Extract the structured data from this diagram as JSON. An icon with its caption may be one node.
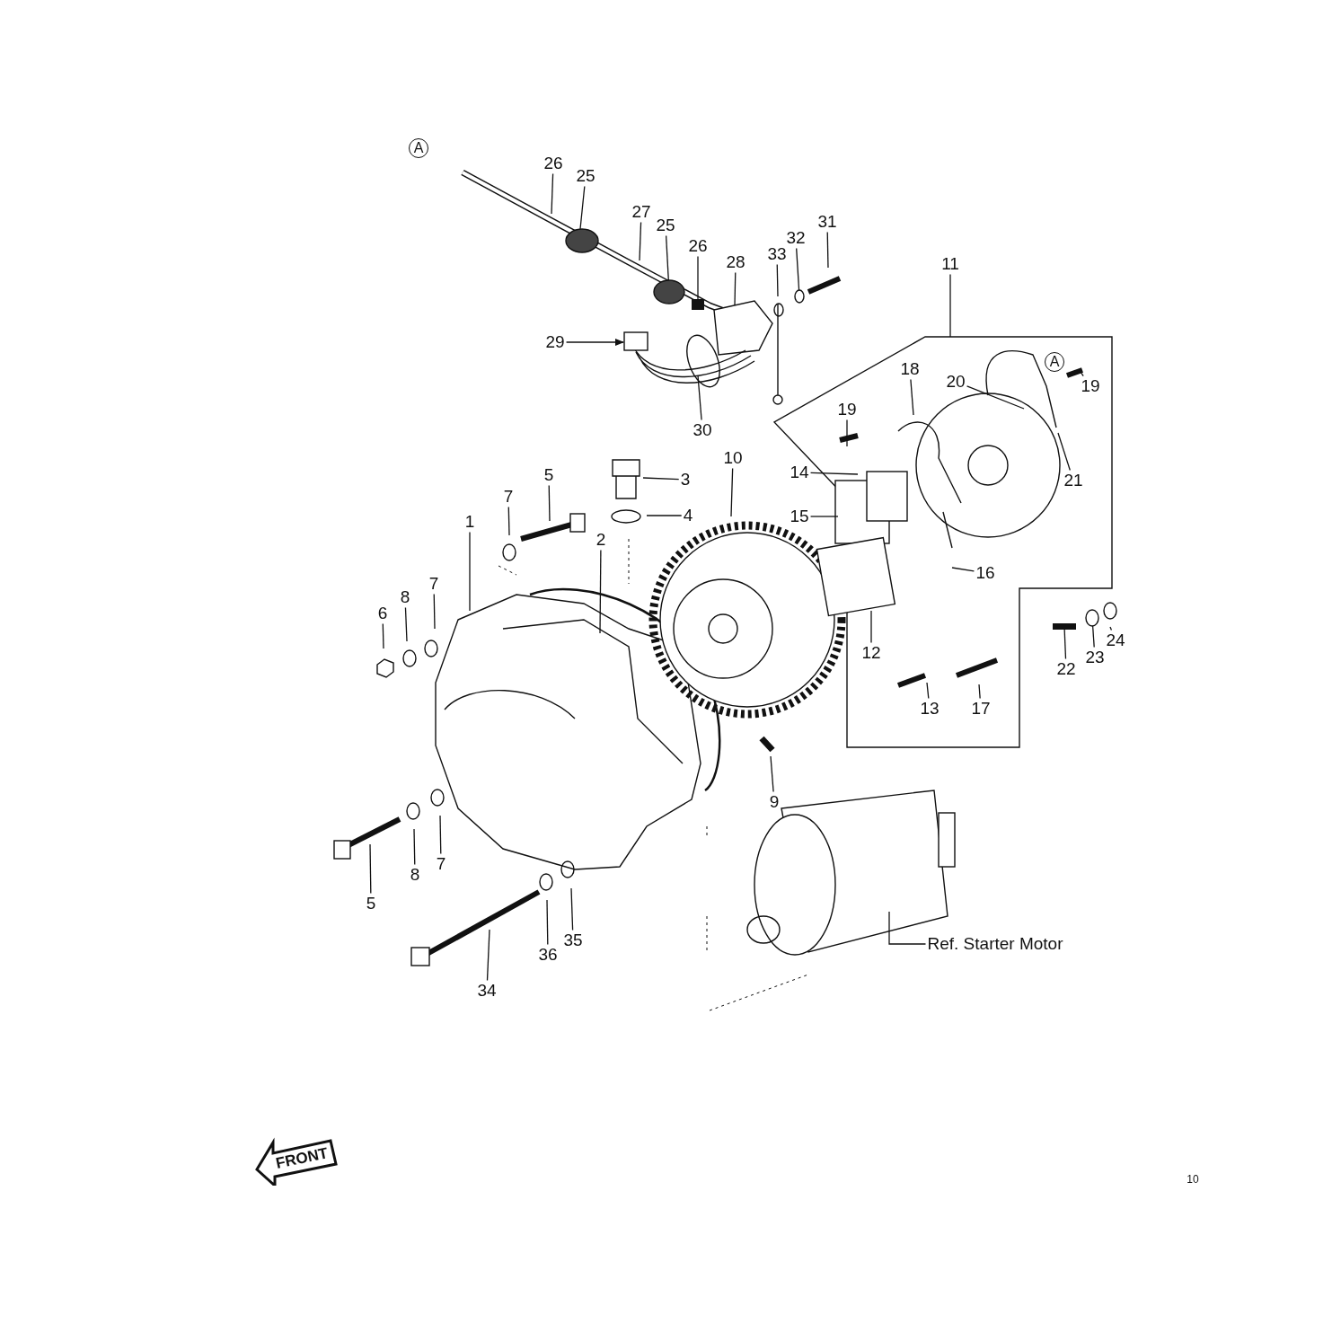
{
  "diagram": {
    "nodes": [
      {
        "text": [
          "A"
        ]
      },
      {
        "text": [
          "26"
        ]
      },
      {
        "text": [
          "25"
        ]
      },
      {
        "text": [
          "27"
        ]
      },
      {
        "text": [
          "25"
        ]
      },
      {
        "text": [
          "26"
        ]
      },
      {
        "text": [
          "31"
        ]
      },
      {
        "text": [
          "32"
        ]
      },
      {
        "text": [
          "33"
        ]
      },
      {
        "text": [
          "28"
        ]
      },
      {
        "text": [
          "11"
        ]
      },
      {
        "text": [
          "29"
        ]
      },
      {
        "text": [
          "A"
        ]
      },
      {
        "text": [
          "18"
        ]
      },
      {
        "text": [
          "20"
        ]
      },
      {
        "text": [
          "19"
        ]
      },
      {
        "text": [
          "19"
        ]
      },
      {
        "text": [
          "30"
        ]
      },
      {
        "text": [
          "10"
        ]
      },
      {
        "text": [
          "5"
        ]
      },
      {
        "text": [
          "14"
        ]
      },
      {
        "text": [
          "3"
        ]
      },
      {
        "text": [
          "21"
        ]
      },
      {
        "text": [
          "7"
        ]
      },
      {
        "text": [
          "4"
        ]
      },
      {
        "text": [
          "15"
        ]
      },
      {
        "text": [
          "1"
        ]
      },
      {
        "text": [
          "2"
        ]
      },
      {
        "text": [
          "16"
        ]
      },
      {
        "text": [
          "7"
        ]
      },
      {
        "text": [
          "8"
        ]
      },
      {
        "text": [
          "6"
        ]
      },
      {
        "text": [
          "24"
        ]
      },
      {
        "text": [
          "12"
        ]
      },
      {
        "text": [
          "23"
        ]
      },
      {
        "text": [
          "22"
        ]
      },
      {
        "text": [
          "13"
        ]
      },
      {
        "text": [
          "17"
        ]
      },
      {
        "text": [
          "9"
        ]
      },
      {
        "text": [
          "7"
        ]
      },
      {
        "text": [
          "8"
        ]
      },
      {
        "text": [
          "5"
        ]
      },
      {
        "text": [
          "35"
        ]
      },
      {
        "text": [
          "Ref. Starter Motor"
        ]
      },
      {
        "text": [
          "36"
        ]
      },
      {
        "text": [
          "34"
        ]
      },
      {
        "text": [
          "FRONT"
        ]
      },
      {
        "text": [],
        "shape": "circle"
      },
      {
        "text": [],
        "shape": "circle"
      },
      {
        "text": [],
        "shape": "circle"
      },
      {
        "text": [],
        "shape": "bar"
      },
      {
        "text": [],
        "shape": "bar"
      }
    ],
    "edges": [
      {
        "from": 1,
        "to": null,
        "arrow": "none"
      },
      {
        "from": 2,
        "to": null,
        "arrow": "none"
      },
      {
        "from": 3,
        "to": null,
        "arrow": "none"
      },
      {
        "from": 4,
        "to": 47,
        "arrow": "none"
      },
      {
        "from": 5,
        "to": 51,
        "arrow": "none"
      },
      {
        "from": 6,
        "to": null,
        "arrow": "none"
      },
      {
        "from": 7,
        "to": 48,
        "arrow": "none"
      },
      {
        "from": 8,
        "to": null,
        "arrow": "none"
      },
      {
        "from": 9,
        "to": null,
        "arrow": "none"
      },
      {
        "from": 10,
        "to": null,
        "arrow": "none"
      },
      {
        "from": 11,
        "to": null,
        "arrow": "to"
      },
      {
        "from": 13,
        "to": null,
        "arrow": "none"
      },
      {
        "from": 14,
        "to": null,
        "arrow": "none"
      },
      {
        "from": 15,
        "to": null,
        "arrow": "none"
      },
      {
        "from": 16,
        "to": null,
        "arrow": "none"
      },
      {
        "from": 17,
        "to": null,
        "arrow": "none"
      },
      {
        "from": 18,
        "to": null,
        "arrow": "none"
      },
      {
        "from": 19,
        "to": null,
        "arrow": "none"
      },
      {
        "from": 20,
        "to": null,
        "arrow": "none"
      },
      {
        "from": 21,
        "to": null,
        "arrow": "none"
      },
      {
        "from": 22,
        "to": null,
        "arrow": "none"
      },
      {
        "from": 23,
        "to": null,
        "arrow": "none"
      },
      {
        "from": 24,
        "to": null,
        "arrow": "none"
      },
      {
        "from": 25,
        "to": null,
        "arrow": "none"
      },
      {
        "from": 26,
        "to": null,
        "arrow": "none"
      },
      {
        "from": 27,
        "to": null,
        "arrow": "none"
      },
      {
        "from": 28,
        "to": null,
        "arrow": "none"
      },
      {
        "from": 29,
        "to": null,
        "arrow": "none"
      },
      {
        "from": 30,
        "to": null,
        "arrow": "none"
      },
      {
        "from": 31,
        "to": null,
        "arrow": "none"
      },
      {
        "from": 32,
        "to": null,
        "arrow": "none"
      },
      {
        "from": 33,
        "to": null,
        "arrow": "none"
      },
      {
        "from": 34,
        "to": 49,
        "arrow": "none"
      },
      {
        "from": 35,
        "to": 50,
        "arrow": "none"
      },
      {
        "from": 36,
        "to": null,
        "arrow": "none"
      },
      {
        "from": 37,
        "to": null,
        "arrow": "none"
      },
      {
        "from": 38,
        "to": null,
        "arrow": "none"
      },
      {
        "from": 39,
        "to": null,
        "arrow": "none"
      },
      {
        "from": 40,
        "to": null,
        "arrow": "none"
      },
      {
        "from": 41,
        "to": null,
        "arrow": "none"
      },
      {
        "from": 42,
        "to": null,
        "arrow": "none"
      },
      {
        "from": 43,
        "to": null,
        "arrow": "none"
      },
      {
        "from": 44,
        "to": null,
        "arrow": "none"
      },
      {
        "from": 45,
        "to": null,
        "arrow": "none"
      }
    ],
    "labels": [
      "10"
    ]
  }
}
